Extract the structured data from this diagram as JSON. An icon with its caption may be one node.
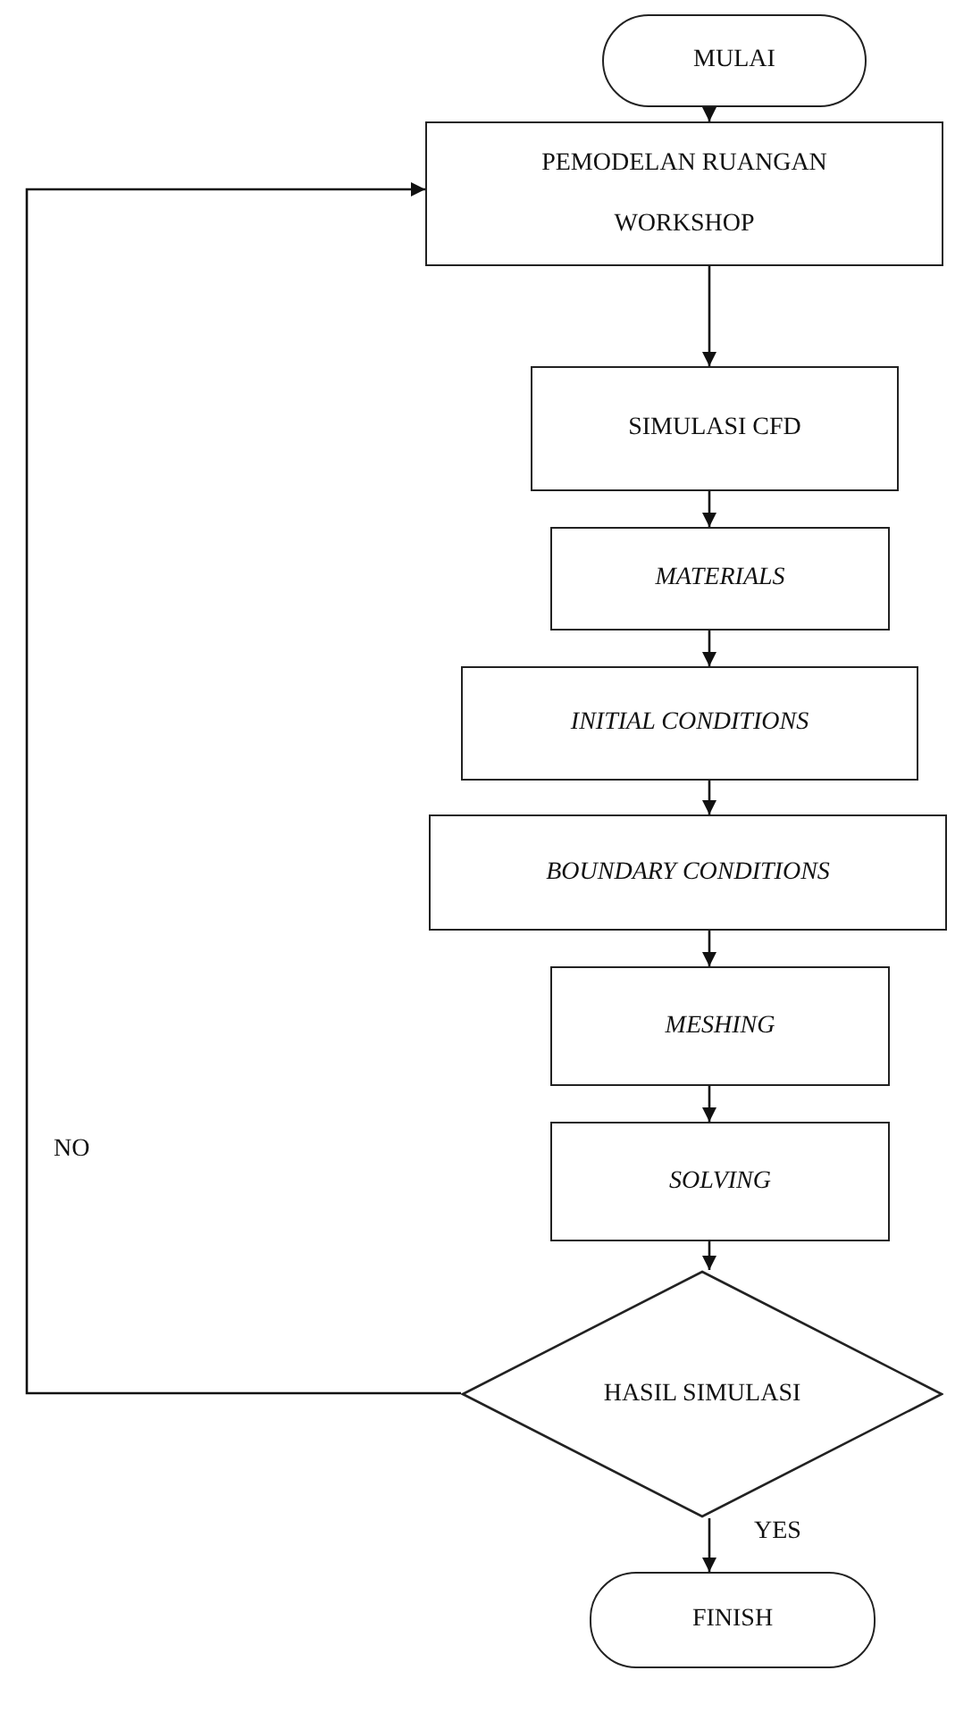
{
  "diagram": {
    "nodes": [
      {
        "text": [
          "MULAI"
        ]
      },
      {
        "text": [
          "PEMODELAN RUANGAN WORKSHOP"
        ]
      },
      {
        "text": [
          "SIMULASI CFD"
        ]
      },
      {
        "text": [
          "MATERIALS"
        ]
      },
      {
        "text": [
          "INITIAL CONDITIONS"
        ]
      },
      {
        "text": [
          "BOUNDARY CONDITIONS"
        ]
      },
      {
        "text": [
          "MESHING"
        ]
      },
      {
        "text": [
          "SOLVING"
        ]
      },
      {
        "text": [
          "HASIL SIMULASI"
        ]
      },
      {
        "text": [
          "FINISH"
        ]
      }
    ],
    "edges": [
      {
        "from": 0,
        "to": 1,
        "arrow": "to"
      },
      {
        "from": 1,
        "to": 2,
        "arrow": "to"
      },
      {
        "from": 2,
        "to": 3,
        "arrow": "to"
      },
      {
        "from": 3,
        "to": 4,
        "arrow": "to"
      },
      {
        "from": 4,
        "to": 5,
        "arrow": "to"
      },
      {
        "from": 5,
        "to": 6,
        "arrow": "to"
      },
      {
        "from": 6,
        "to": 7,
        "arrow": "to"
      },
      {
        "from": 7,
        "to": 8,
        "arrow": "to"
      },
      {
        "from": 8,
        "to": 9,
        "arrow": "to",
        "label": "YES"
      },
      {
        "from": 8,
        "to": 1,
        "arrow": "to",
        "label": "NO"
      }
    ]
  }
}
